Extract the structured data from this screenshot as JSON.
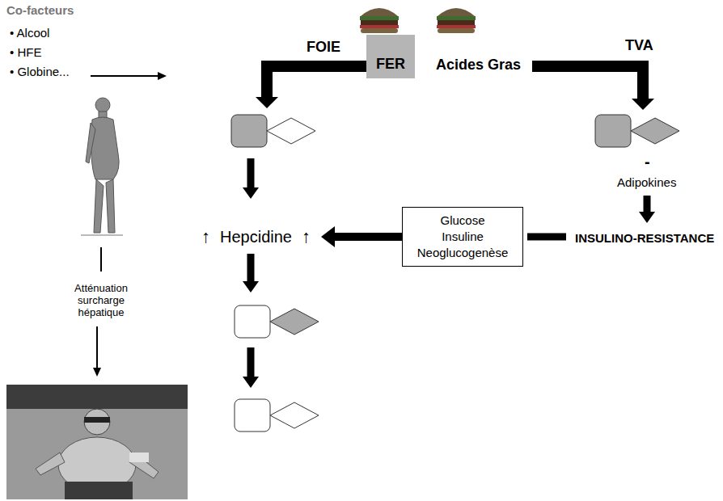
{
  "diagram": {
    "nodes": [
      {
        "text": [
          "FER"
        ]
      },
      {
        "text": [
          "Glucose",
          "Insuline",
          "Neoglucogenèse"
        ]
      }
    ],
    "labels": [
      "Co-facteurs",
      "• Alcool",
      "• HFE",
      "• Globine...",
      "FOIE",
      "Acides Gras",
      "TVA",
      "-",
      "Adipokines",
      "INSULINO-RESISTANCE",
      "↑",
      "Hepcidine",
      "↑",
      "Atténuation surcharge hépatique"
    ]
  }
}
